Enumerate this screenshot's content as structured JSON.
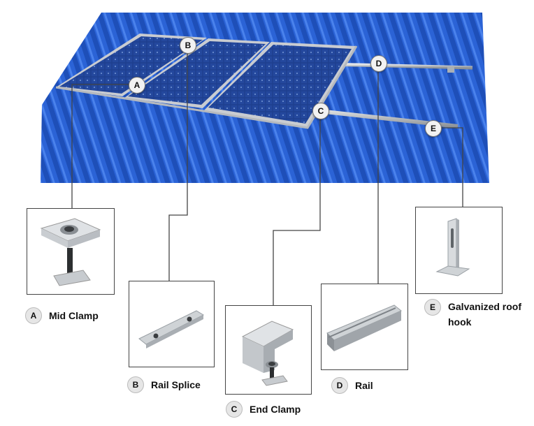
{
  "components": [
    {
      "letter": "A",
      "label": "Mid Clamp"
    },
    {
      "letter": "B",
      "label": "Rail Splice"
    },
    {
      "letter": "C",
      "label": "End Clamp"
    },
    {
      "letter": "D",
      "label": "Rail"
    },
    {
      "letter": "E",
      "label": "Galvanized roof hook"
    }
  ],
  "colors": {
    "roof": "#2b63d6",
    "panel_cell": "#1e3f8f",
    "frame": "#c9ccd1",
    "aluminium": "#c4c8cc",
    "leader_line": "#444444"
  }
}
